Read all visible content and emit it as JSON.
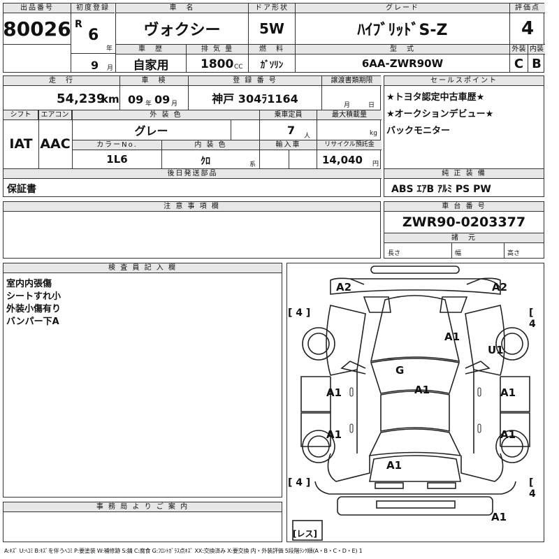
{
  "header": {
    "lot_label": "出品番号",
    "lot_no": "80026",
    "reg_label": "初度登録",
    "era": "R",
    "reg_year": "6",
    "year_unit": "年",
    "reg_month": "9",
    "month_unit": "月",
    "car_name_label": "車　名",
    "car_name": "ヴォクシー",
    "history_label": "車　歴",
    "history": "自家用",
    "disp_label": "排 気 量",
    "displacement": "1800",
    "cc": "CC",
    "door_label": "ドア形状",
    "door": "5W",
    "fuel_label": "燃　料",
    "fuel": "ｶﾞｿﾘﾝ",
    "grade_label": "グレード",
    "grade": "ﾊｲﾌﾞﾘｯﾄﾞS-Z",
    "model_label": "型　式",
    "model": "6AA-ZWR90W",
    "score_label": "評価点",
    "score": "4",
    "ext_label": "外装",
    "ext": "C",
    "int_label": "内装",
    "int": "B"
  },
  "row2": {
    "mileage_label": "走　行",
    "mileage": "54,239",
    "km": "km",
    "inspect_label": "車　検",
    "insp_year": "09",
    "year_unit": "年",
    "insp_month": "09",
    "month_unit": "月",
    "plate_label": "登 録 番 号",
    "plate": "神戸 304ﾗ1164",
    "transfer_label": "譲渡書類期限",
    "t_month": "月",
    "t_day": "日",
    "shift_label": "シフト",
    "shift": "IAT",
    "ac_label": "エアコン",
    "ac": "AAC",
    "color_label": "外 装 色",
    "color": "グレー",
    "seat_label": "乗車定員",
    "seats": "7",
    "seat_unit": "人",
    "load_label": "最大積載量",
    "load_unit": "kg",
    "colorno_label": "カラーNo.",
    "color_no": "1L6",
    "int_color_label": "内 装 色",
    "int_color": "ｸﾛ",
    "int_unit": "系",
    "import_label": "輸入車",
    "recycle_label": "リサイクル預託金",
    "recycle": "14,040",
    "yen": "円",
    "later_label": "後日発送部品",
    "later": "保証書"
  },
  "sales": {
    "label": "セールスポイント",
    "points": [
      "★トヨタ認定中古車歴★",
      "★オークションデビュー★",
      "バックモニター"
    ],
    "equip_label": "純 正 装 備",
    "equip": "ABS ｴｱB ｱﾙﾐ PS PW"
  },
  "notes": {
    "label": "注 意 事 項 欄"
  },
  "chassis": {
    "label": "車 台 番 号",
    "number": "ZWR90-0203377",
    "spec_label": "諸　元",
    "len": "長さ",
    "width": "幅",
    "height": "高さ"
  },
  "inspector": {
    "label": "検 査 員 記 入 欄",
    "lines": [
      "室内内張傷",
      "シートすれ小",
      "外装小傷有り",
      "バンパー下A"
    ]
  },
  "office": {
    "label": "事 務 局 よ り ご 案 内"
  },
  "diagram": {
    "marks": {
      "tl": "A2",
      "tr": "A2",
      "hood": "A1",
      "fender_r": "U1",
      "glass": "G",
      "roof": "A1",
      "door_fl": "A1",
      "door_rl": "A1",
      "door_fr": "A1",
      "door_rr": "A1",
      "trunk": "A1",
      "rear_bumper": "A1"
    },
    "tires": {
      "fl": "4",
      "fr": "4",
      "rl": "4",
      "rr": "4"
    },
    "spare": "レス"
  },
  "legend": "A:ｷｽﾞ U:ﾍｺﾐ B:ｷｽﾞを伴うﾍｺﾐ P:要塗装 W:補修跡 S:錆 C:腐食 G:ﾌﾛﾝﾄｶﾞﾗｽ点ｷｽﾞ XX:交換済み X:要交換 内・外装評価 5段階ﾗﾝｸ順(A・B・C・D・E) 1"
}
